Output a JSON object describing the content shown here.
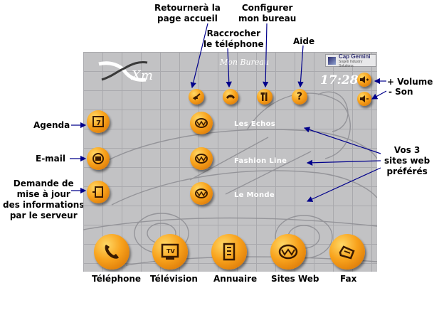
{
  "screen": {
    "title": "Mon Bureau",
    "clock": "17:28",
    "brand": "Cap Gemini",
    "brand_sub": "Sogeti Industry Solutions",
    "logo_text": "Xm"
  },
  "links": [
    "Les Echos",
    "Fashion Line",
    "Le Monde"
  ],
  "bottom_labels": {
    "telephone": "Téléphone",
    "television": "Télévision",
    "annuaire": "Annuaire",
    "sites_web": "Sites Web",
    "fax": "Fax"
  },
  "annotations": {
    "home_line1": "Retournerà la",
    "home_line2": "page accueil",
    "hangup_line1": "Raccrocher",
    "hangup_line2": "le téléphone",
    "config_line1": "Configurer",
    "config_line2": "mon bureau",
    "help": "Aide",
    "volume": "+ Volume",
    "sound": "- Son",
    "agenda": "Agenda",
    "email": "E-mail",
    "update_line1": "Demande de",
    "update_line2": "mise à jour",
    "update_line3": "des informations",
    "update_line4": "par le serveur",
    "fav_line1": "Vos 3",
    "fav_line2": "sites web",
    "fav_line3": "préférés"
  },
  "icons": {
    "home": "return-arrow-icon",
    "hangup": "hang-up-phone-icon",
    "config": "tools-icon",
    "help": "question-mark-icon",
    "volume": "speaker-plus-icon",
    "sound": "speaker-mute-icon",
    "agenda": "calendar-icon",
    "email": "mail-globe-icon",
    "update": "document-update-icon",
    "web": "web-globe-icon",
    "telephone": "handset-icon",
    "television": "tv-icon",
    "annuaire": "directory-book-icon",
    "fax": "fax-icon"
  },
  "colors": {
    "button_orange": "#f8a21c",
    "screen_bg": "#c2c2c4",
    "arrow_blue": "#00008b"
  }
}
